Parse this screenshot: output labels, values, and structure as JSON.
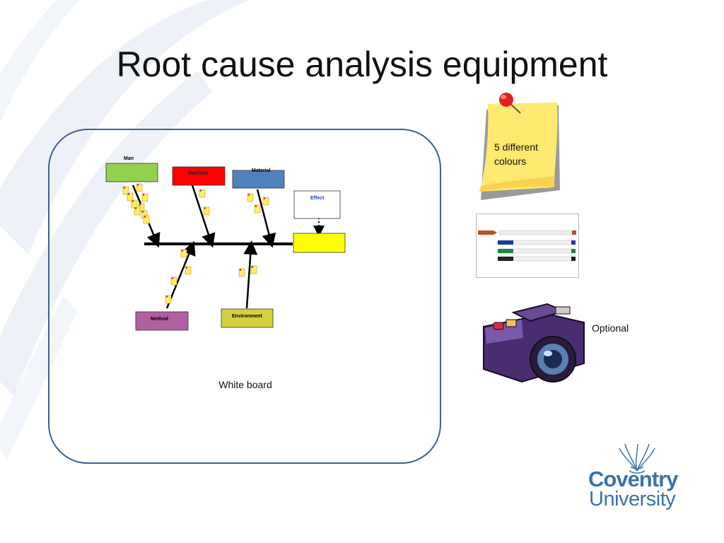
{
  "slide": {
    "title": "Root cause analysis equipment",
    "board_label": "White board",
    "note_text": "5 different colours",
    "camera_label": "Optional"
  },
  "fishbone": {
    "causes": [
      "Man",
      "Machine",
      "Material",
      "Method",
      "Environment"
    ],
    "effect": "Effect"
  },
  "logo": {
    "line1": "Coventry",
    "line2": "University"
  },
  "colors": {
    "accent_blue": "#3e6190",
    "man": "#92d050",
    "machine": "#ff0000",
    "material": "#4f81bd",
    "method": "#b060a0",
    "environment": "#d4d040",
    "effect_box": "#ffff00",
    "sticky": "#ffee66",
    "logo": "#3d73a8"
  },
  "icons": [
    "pushpin-icon",
    "marker-pens-icon",
    "camera-icon",
    "phoenix-logo-icon"
  ]
}
